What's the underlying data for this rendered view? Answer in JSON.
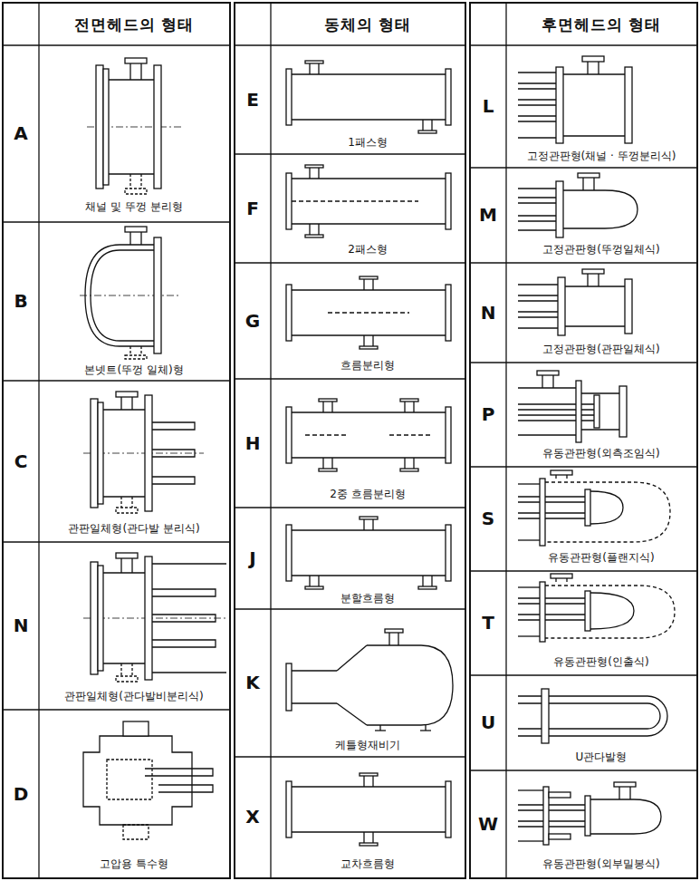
{
  "diagram": {
    "labels": [
      "전면헤드의 형태",
      "A",
      "채널 및 뚜껑 분리형",
      "B",
      "본넷트(뚜껑 일체)형",
      "C",
      "관판일체형(관다발 분리식)",
      "N",
      "관판일체형(관다발비분리식)",
      "D",
      "고압용 특수형",
      "동체의 형태",
      "E",
      "1패스형",
      "F",
      "2패스형",
      "G",
      "흐름분리형",
      "H",
      "2중 흐름분리형",
      "J",
      "분할흐름형",
      "K",
      "케틀형재비기",
      "X",
      "교차흐름형",
      "후면헤드의 형태",
      "L",
      "고정관판형(채널 · 뚜껑분리식)",
      "M",
      "고정관판형(뚜껑일체식)",
      "N",
      "고정관판형(관판일체식)",
      "P",
      "유동관판형(외측조임식)",
      "S",
      "유동관판형(플랜지식)",
      "T",
      "유동관판형(인출식)",
      "U",
      "U관다발형",
      "W",
      "유동관판형(외부밀봉식)"
    ]
  }
}
